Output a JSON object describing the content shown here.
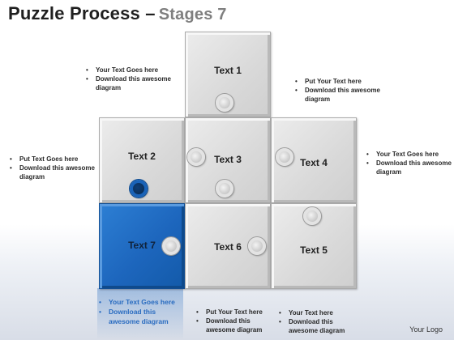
{
  "title": {
    "main": "Puzzle Process –",
    "sub": "Stages 7"
  },
  "pieces": {
    "p1": "Text 1",
    "p2": "Text 2",
    "p3": "Text 3",
    "p4": "Text 4",
    "p5": "Text 5",
    "p6": "Text 6",
    "p7": "Text 7"
  },
  "colors": {
    "accent_blue": "#1d66bd",
    "piece_gray": "#d9d9d9",
    "note_blue": "#2a6cc0"
  },
  "notes": {
    "top_left": [
      "Your Text Goes here",
      "Download this awesome diagram"
    ],
    "top_right": [
      "Put Your Text  here",
      "Download this awesome diagram"
    ],
    "mid_left": [
      "Put Text Goes here",
      "Download this awesome diagram"
    ],
    "mid_right": [
      "Your Text Goes here",
      "Download this awesome diagram"
    ],
    "bottom_blue": [
      "Your Text Goes here",
      "Download this awesome diagram"
    ],
    "bottom_mid": [
      "Put Your Text  here",
      "Download this awesome diagram"
    ],
    "bottom_right": [
      "Your Text  here",
      "Download this awesome diagram"
    ]
  },
  "logo": "Your Logo"
}
